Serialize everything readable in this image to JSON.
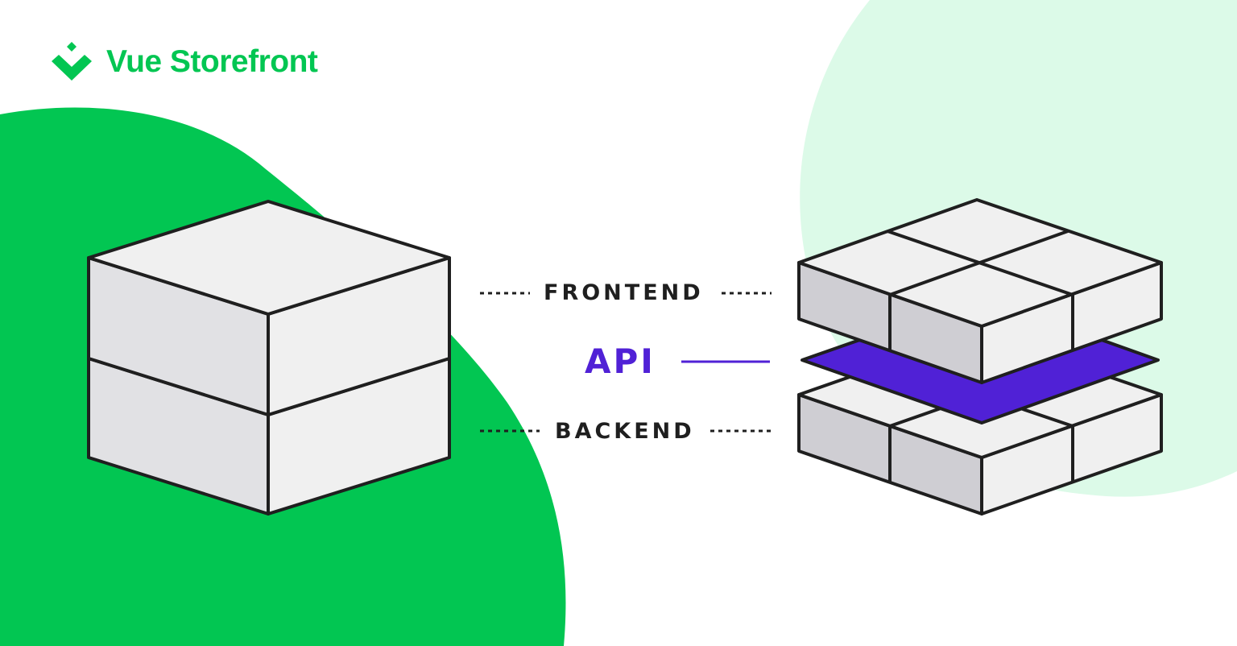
{
  "brand": {
    "name": "Vue Storefront",
    "color": "#02c652"
  },
  "diagram": {
    "monolith": {
      "layers": 2
    },
    "headless": {
      "frontend_label": "FRONTEND",
      "api_label": "API",
      "backend_label": "BACKEND"
    }
  },
  "colors": {
    "background": "#ffffff",
    "green_blob": "#02c652",
    "mint_blob": "#dcfae8",
    "api_layer": "#5021d6",
    "outline": "#1f1f1f",
    "face_light": "#f0f0f0",
    "face_mid": "#e1e1e4",
    "face_dark": "#cfced3"
  }
}
